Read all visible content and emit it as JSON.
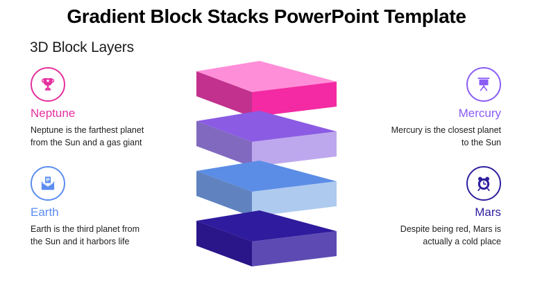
{
  "header": {
    "title": "Gradient Block Stacks PowerPoint Template",
    "subtitle": "3D Block Layers"
  },
  "planets": {
    "neptune": {
      "label": "Neptune",
      "desc_line1": "Neptune is the farthest planet",
      "desc_line2": "from the Sun and a gas giant",
      "accent_color": "#E5309E",
      "icon": "trophy-icon"
    },
    "mercury": {
      "label": "Mercury",
      "desc_line1": "Mercury is the closest planet",
      "desc_line2": "to the Sun",
      "accent_color": "#8B5CF6",
      "icon": "presentation-easel-icon"
    },
    "earth": {
      "label": "Earth",
      "desc_line1": "Earth is the third planet from",
      "desc_line2": "the Sun and it harbors life",
      "accent_color": "#5B8DEF",
      "icon": "open-envelope-icon"
    },
    "mars": {
      "label": "Mars",
      "desc_line1": "Despite being red, Mars is",
      "desc_line2": "actually a cold place",
      "accent_color": "#2E1F9E",
      "icon": "alarm-clock-icon"
    }
  },
  "stack": {
    "layers": [
      {
        "name": "layer-1-pink",
        "top": "#FF8ED8",
        "left": "#C1318D",
        "front": "#F32AA3"
      },
      {
        "name": "layer-2-purple",
        "top": "#8B5CE3",
        "left": "#8169BF",
        "front": "#BDA8ED"
      },
      {
        "name": "layer-3-blue",
        "top": "#5B8DE6",
        "left": "#6083C0",
        "front": "#AECAEF"
      },
      {
        "name": "layer-4-indigo",
        "top": "#2F1B9D",
        "left": "#2A1589",
        "front": "#5D4BB3"
      }
    ]
  },
  "colors": {
    "body_text": "#1D1D1D",
    "title_text": "#000000"
  }
}
